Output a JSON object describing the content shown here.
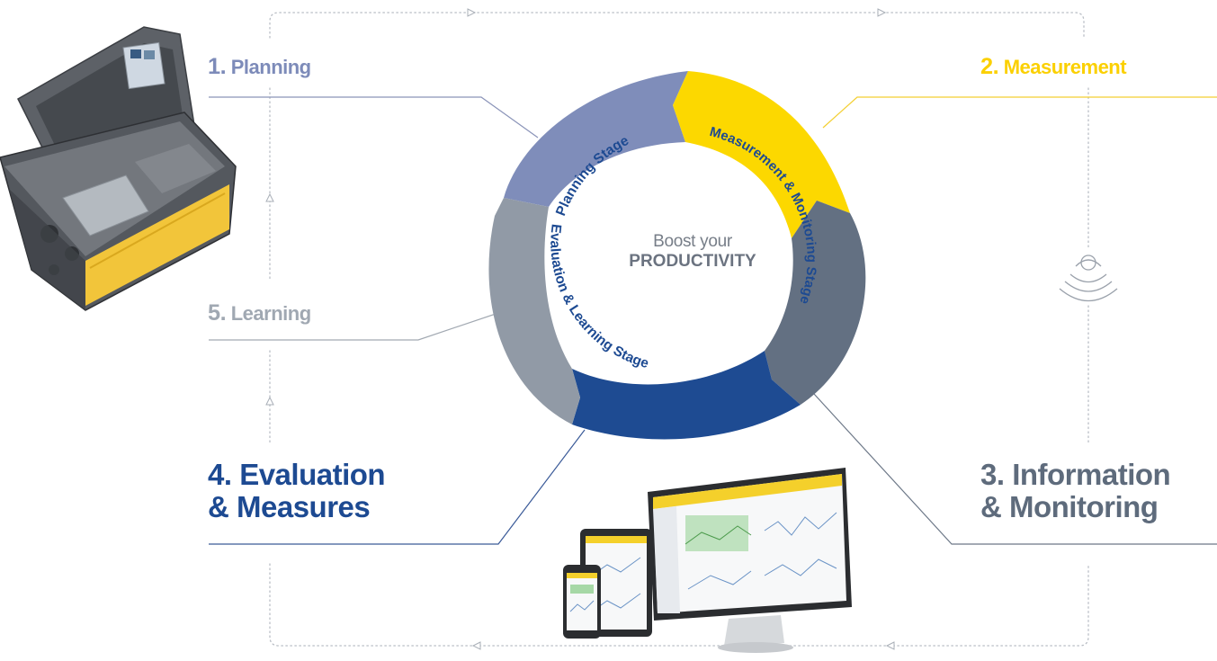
{
  "center": {
    "line1": "Boost your",
    "line2": "PRODUCTIVITY"
  },
  "ring_labels": {
    "planning": "Planning Stage",
    "measurement": "Measurement & Monitoring Stage",
    "evaluation": "Evaluation & Learning Stage"
  },
  "steps": {
    "planning": {
      "num": "1.",
      "label": "Planning"
    },
    "measurement": {
      "num": "2.",
      "label": "Measurement"
    },
    "information": {
      "line1": "3. Information",
      "line2": "& Monitoring"
    },
    "evaluation": {
      "line1": "4. Evaluation",
      "line2": "& Measures"
    },
    "learning": {
      "num": "5.",
      "label": "Learning"
    }
  },
  "colors": {
    "planning": "#7d8bb9",
    "measurement": "#fbd000",
    "information": "#5e6b7c",
    "evaluation": "#1d4a92",
    "learning": "#959ea9",
    "ring_text": "#1d4a92",
    "connector": "#9aa1ab"
  },
  "icons": [
    "wireless-sensor-icon",
    "measurement-case-image",
    "devices-dashboard-image"
  ]
}
